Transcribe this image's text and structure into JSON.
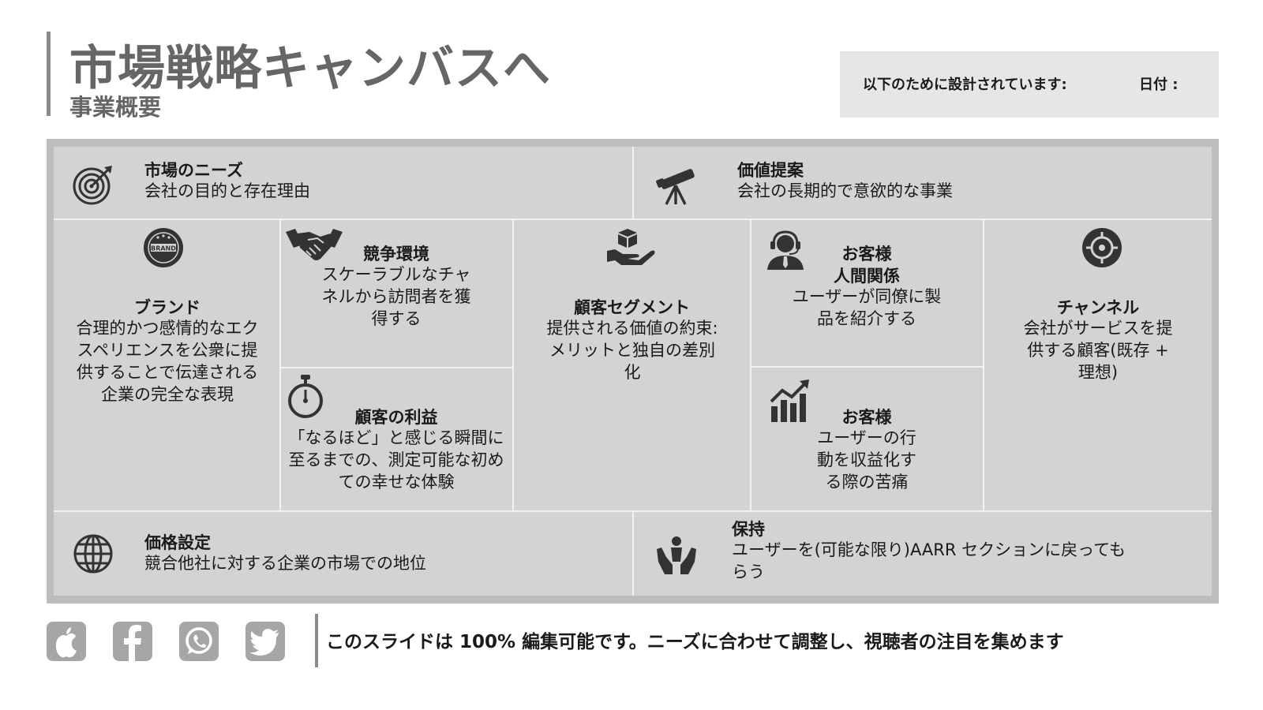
{
  "header": {
    "title": "市場戦略キャンバスへ",
    "subtitle": "事業概要"
  },
  "meta": {
    "designed_for": "以下のために設計されています:",
    "date": "日付 :"
  },
  "canvas": {
    "market_needs": {
      "title": "市場のニーズ",
      "desc": "会社の目的と存在理由",
      "icon": "target-icon"
    },
    "value_proposition": {
      "title": "価値提案",
      "desc": "会社の長期的で意欲的な事業",
      "icon": "telescope-icon"
    },
    "brand": {
      "title": "ブランド",
      "desc": "合理的かつ感情的なエクスペリエンスを公衆に提供することで伝達される企業の完全な表現",
      "icon": "brand-badge-icon"
    },
    "competitive": {
      "title": "競争環境",
      "desc": "スケーラブルなチャネルから訪問者を獲得する",
      "icon": "handshake-icon"
    },
    "customer_benefit": {
      "title": "顧客の利益",
      "desc": "「なるほど」と感じる瞬間に至るまでの、測定可能な初めての幸せな体験",
      "icon": "stopwatch-icon"
    },
    "customer_segment": {
      "title": "顧客セグメント",
      "desc": "提供される価値の約束: メリットと独自の差別化",
      "icon": "hand-box-icon"
    },
    "relations": {
      "title_1": "お客様",
      "title_2": "人間関係",
      "desc": "ユーザーが同僚に製品を紹介する",
      "icon": "support-agent-icon"
    },
    "customer_pain": {
      "title": "お客様",
      "desc": "ユーザーの行動を収益化する際の苦痛",
      "icon": "growth-chart-icon"
    },
    "channel": {
      "title": "チャンネル",
      "desc": "会社がサービスを提供する顧客(既存 + 理想)",
      "icon": "crosshair-icon"
    },
    "pricing": {
      "title": "価格設定",
      "desc": "競合他社に対する企業の市場での地位",
      "icon": "globe-icon"
    },
    "retention": {
      "title": "保持",
      "desc": "ユーザーを(可能な限り)AARR セクションに戻ってもらう",
      "icon": "hands-person-icon"
    }
  },
  "footer": {
    "social_icons": [
      "apple-icon",
      "facebook-icon",
      "whatsapp-icon",
      "twitter-icon"
    ],
    "note": "このスライドは 100% 編集可能です。ニーズに合わせて調整し、視聴者の注目を集めます"
  },
  "colors": {
    "canvas_background": "#d4d3d4",
    "title_gray": "#666666",
    "icon_dark": "#333333",
    "social_gray": "#a6a6a6"
  }
}
